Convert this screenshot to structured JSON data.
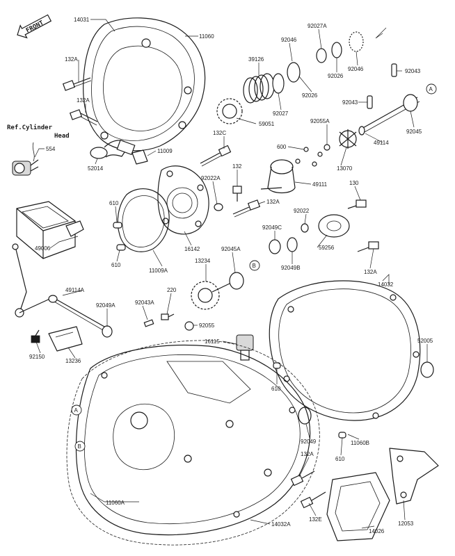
{
  "front_badge": "FRONT",
  "ref_note_line1": "Ref.Cylinder",
  "ref_note_line2": "Head",
  "markers": {
    "a": "A",
    "b": "B"
  },
  "labels": {
    "p14031": "14031",
    "p11060": "11060",
    "p132A_1": "132A",
    "p132A_2": "132A",
    "p554": "554",
    "p52014": "52014",
    "p11009": "11009",
    "p132C": "132C",
    "p92022A": "92022A",
    "p132_1": "132",
    "p132A_3": "132A",
    "p610_1": "610",
    "p610_2": "610",
    "p16142": "16142",
    "p11009A": "11009A",
    "p49006": "49006",
    "p39126": "39126",
    "p92046": "92046",
    "p92027A": "92027A",
    "p92046b": "92046",
    "p92026_1": "92026",
    "p92026_2": "92026",
    "p92027": "92027",
    "p59051": "59051",
    "p92043_1": "92043",
    "p92043_2": "92043",
    "p92045": "92045",
    "p49114": "49114",
    "p92055A": "92055A",
    "p600": "600",
    "p13070": "13070",
    "p49111": "49111",
    "p130": "130",
    "p92022": "92022",
    "p92049C": "92049C",
    "p92049B": "92049B",
    "p59256": "59256",
    "p92045A": "92045A",
    "p13234": "13234",
    "p132A_4": "132A",
    "p49114A": "49114A",
    "p92049A": "92049A",
    "p92043A": "92043A",
    "p220": "220",
    "p92055": "92055",
    "p14032": "14032",
    "p92150": "92150",
    "p13236": "13236",
    "p16115": "16115",
    "p52005": "52005",
    "p610_3": "610",
    "p92049": "92049",
    "p11060B": "11060B",
    "p610_4": "610",
    "p132A_5": "132A",
    "p11060A": "11060A",
    "p132E": "132E",
    "p14026": "14026",
    "p12053": "12053",
    "p14032A": "14032A"
  }
}
